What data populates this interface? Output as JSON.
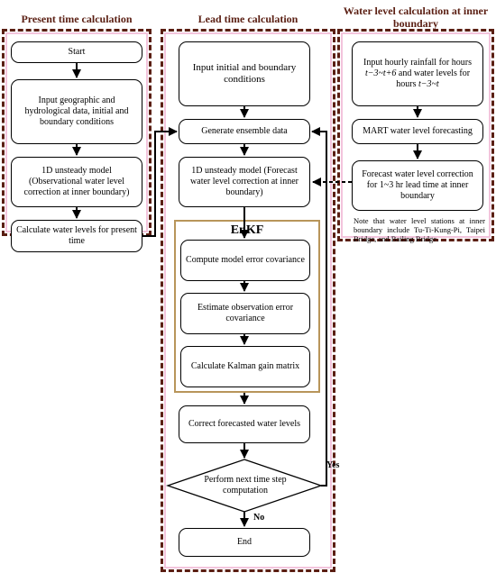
{
  "columns": {
    "present": "Present time calculation",
    "lead": "Lead time calculation",
    "water": "Water level calculation at inner boundary"
  },
  "present_boxes": {
    "start": "Start",
    "input_geo": "Input geographic and hydrological data, initial and boundary conditions",
    "model_1d": "1D unsteady model (Observational water level correction at inner boundary)",
    "calc_levels": "Calculate water levels for present time"
  },
  "lead_boxes": {
    "input_initial": "Input initial and boundary conditions",
    "generate": "Generate ensemble data",
    "model_1d": "1D unsteady model (Forecast water level correction at inner boundary)",
    "correct": "Correct forecasted water levels",
    "decision": "Perform next time step computation",
    "end": "End"
  },
  "enkf": {
    "title": "EnKF",
    "compute": "Compute model error covariance",
    "estimate": "Estimate observation error covariance",
    "kalman": "Calculate Kalman gain matrix"
  },
  "water_boxes": {
    "input_rain_a": "Input hourly rainfall for hours ",
    "input_rain_b": "t−3~t+6",
    "input_rain_c": " and water levels for hours ",
    "input_rain_d": "t−3~t",
    "mart": "MART water level forecasting",
    "forecast_corr": "Forecast water level correction for 1~3 hr lead time at inner boundary"
  },
  "note": "Note that water level stations at inner boundary include Tu-Ti-Kung-Pi, Taipei Bridge, and Bailing Bridge.",
  "labels": {
    "yes": "Yes",
    "no": "No"
  }
}
